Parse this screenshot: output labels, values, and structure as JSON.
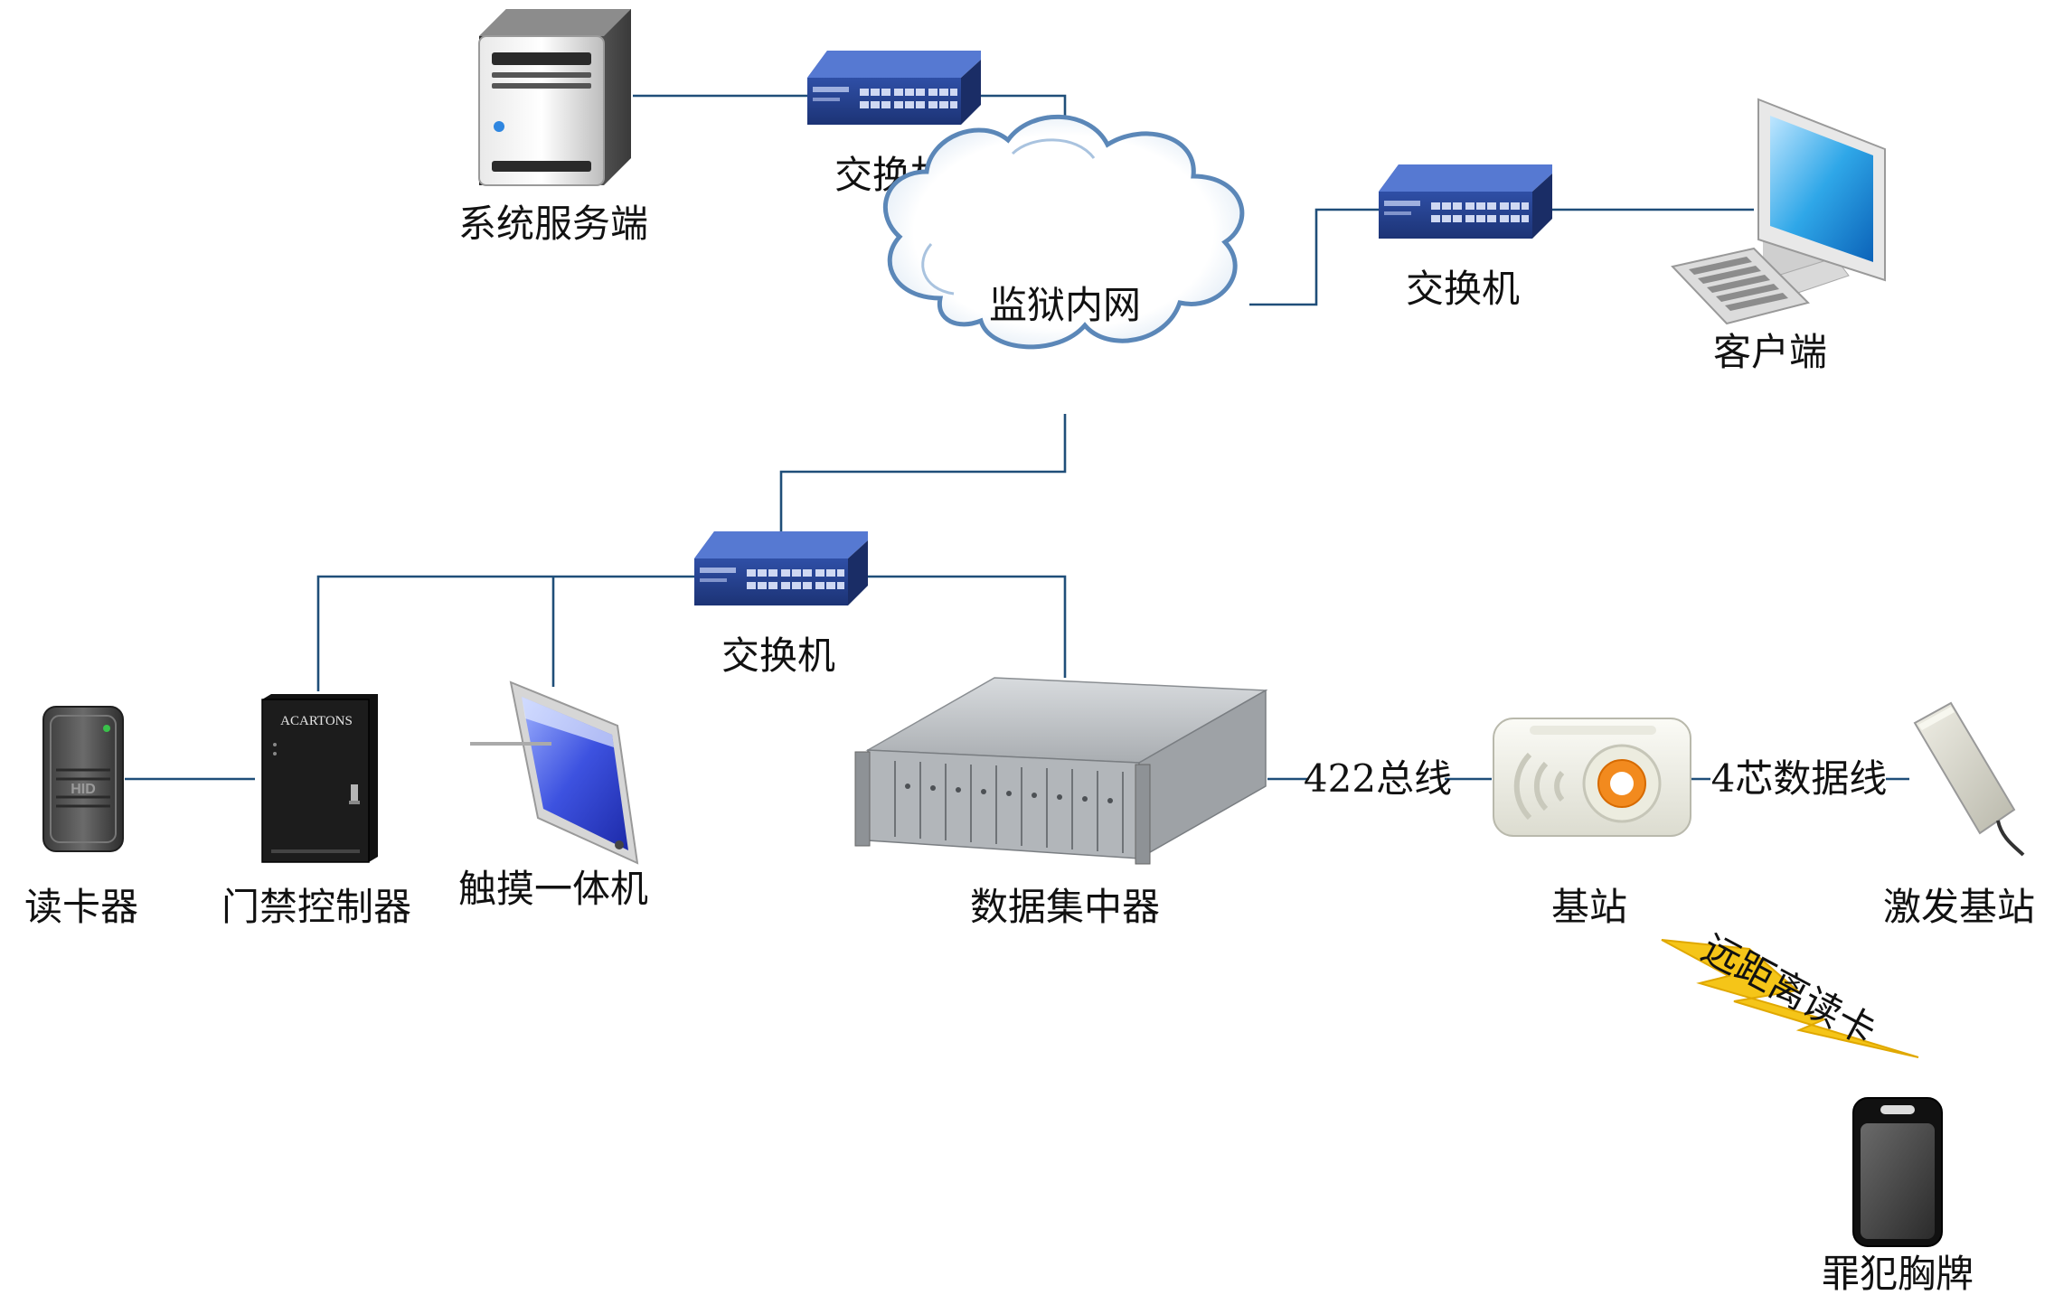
{
  "nodes": {
    "server": "系统服务端",
    "switch_top": "交换机",
    "intranet": "监狱内网",
    "switch_right": "交换机",
    "client": "客户端",
    "switch_bottom": "交换机",
    "card_reader": "读卡器",
    "access_controller": "门禁控制器",
    "touch_terminal": "触摸一体机",
    "data_concentrator": "数据集中器",
    "base_station": "基站",
    "trigger_base_station": "激发基站",
    "prisoner_badge": "罪犯胸牌"
  },
  "links": {
    "bus_422": "422总线",
    "four_core_cable": "4芯数据线",
    "long_range_reading": "远距离读卡"
  },
  "device_marks": {
    "controller_brand": "ACARTONS",
    "reader_brand": "HID"
  },
  "colors": {
    "line": "#1f4e79",
    "switch_body": "#2c4a96",
    "cloud_stroke": "#5b87b8",
    "lightning": "#f5c518"
  }
}
